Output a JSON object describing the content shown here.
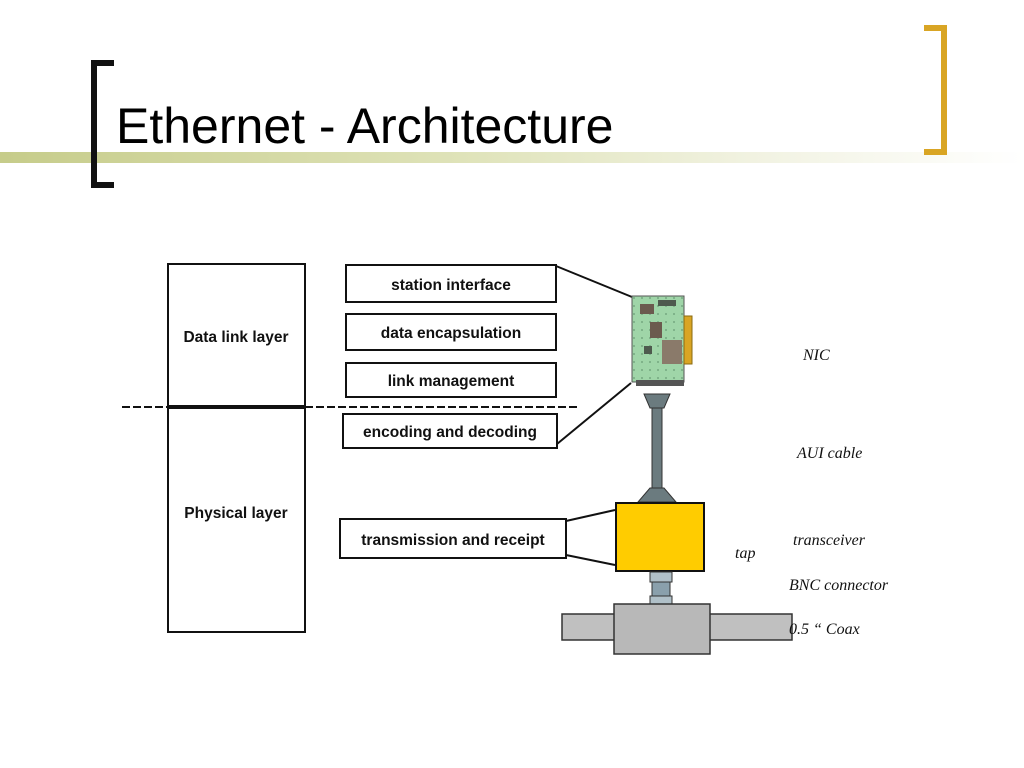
{
  "slide": {
    "title": "Ethernet - Architecture"
  },
  "diagram": {
    "layers": {
      "data_link": "Data link layer",
      "physical": "Physical layer"
    },
    "functions": [
      "station interface",
      "data encapsulation",
      "link management",
      "encoding and decoding",
      "transmission and receipt"
    ],
    "hardware_labels": {
      "nic": "NIC",
      "aui_cable": "AUI cable",
      "transceiver": "transceiver",
      "tap": "tap",
      "bnc_connector": "BNC connector",
      "coax": "0.5 “ Coax"
    },
    "colors": {
      "bracket_gold": "#d9a524",
      "bracket_dark": "#111111",
      "band": "#c6cc8a",
      "transceiver": "#ffcc00",
      "nic_board": "#9fd5a8",
      "cable": "#6b7b7f",
      "coax": "#c0c0c0"
    }
  }
}
